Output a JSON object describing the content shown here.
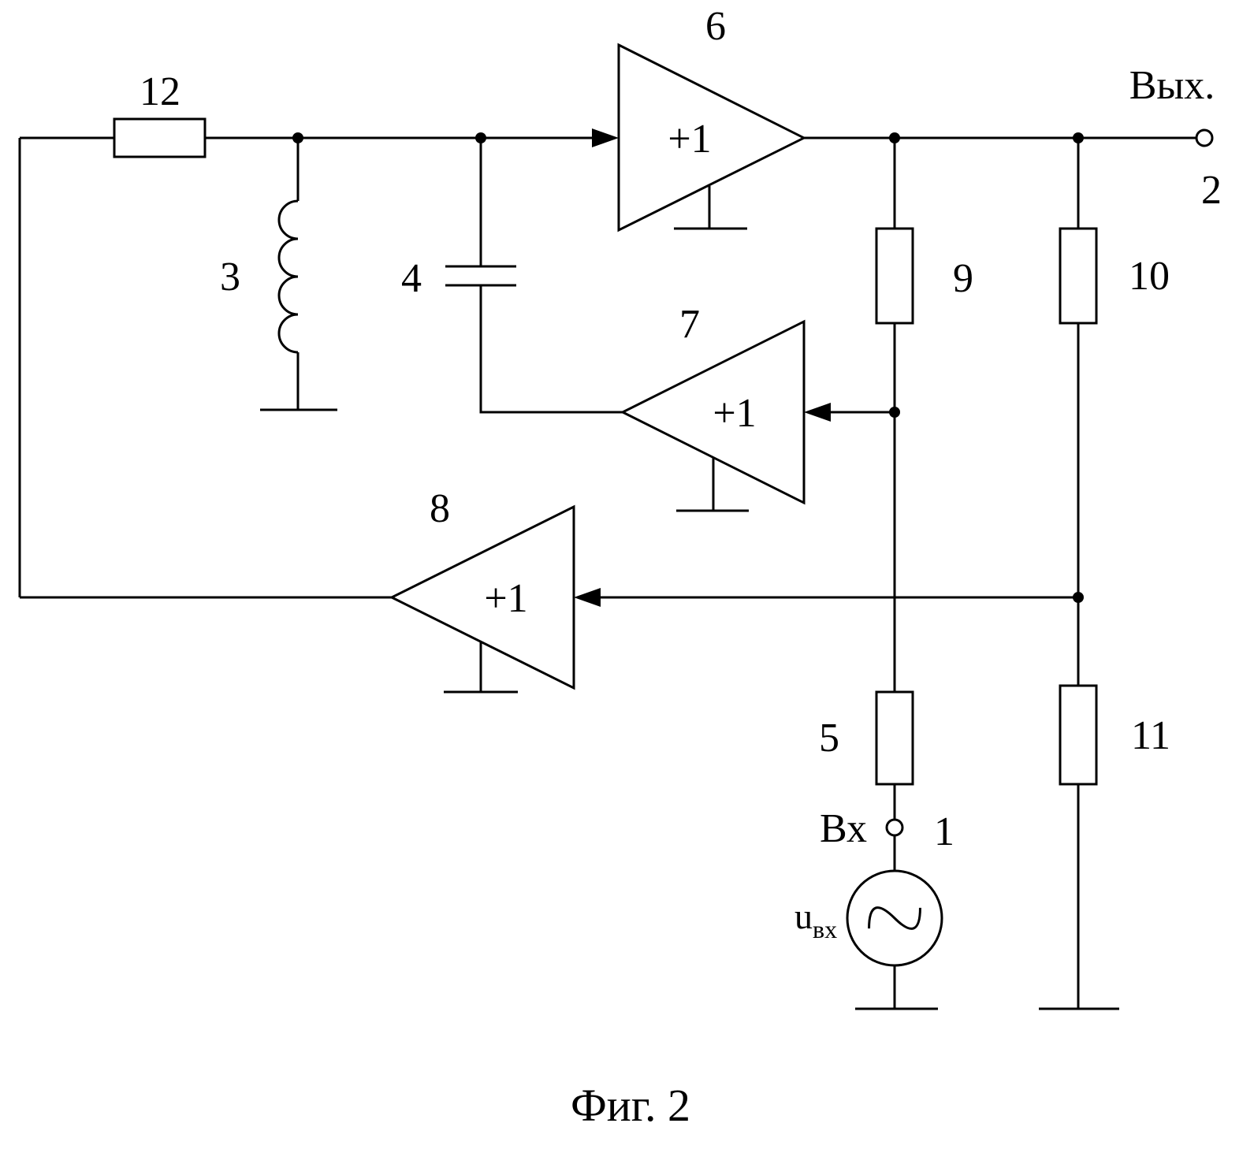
{
  "figure": {
    "caption": "Фиг. 2",
    "amplifier_gain": "+1",
    "terminals": {
      "input_label": "Вх",
      "input_node": "1",
      "output_label": "Вых.",
      "output_node": "2"
    },
    "source": {
      "symbol_main": "u",
      "symbol_sub": "вх"
    },
    "components": {
      "resistor_12": "12",
      "inductor_3": "3",
      "capacitor_4": "4",
      "buffer_6": "6",
      "buffer_7": "7",
      "buffer_8": "8",
      "resistor_9": "9",
      "resistor_10": "10",
      "resistor_5": "5",
      "resistor_11": "11"
    }
  }
}
